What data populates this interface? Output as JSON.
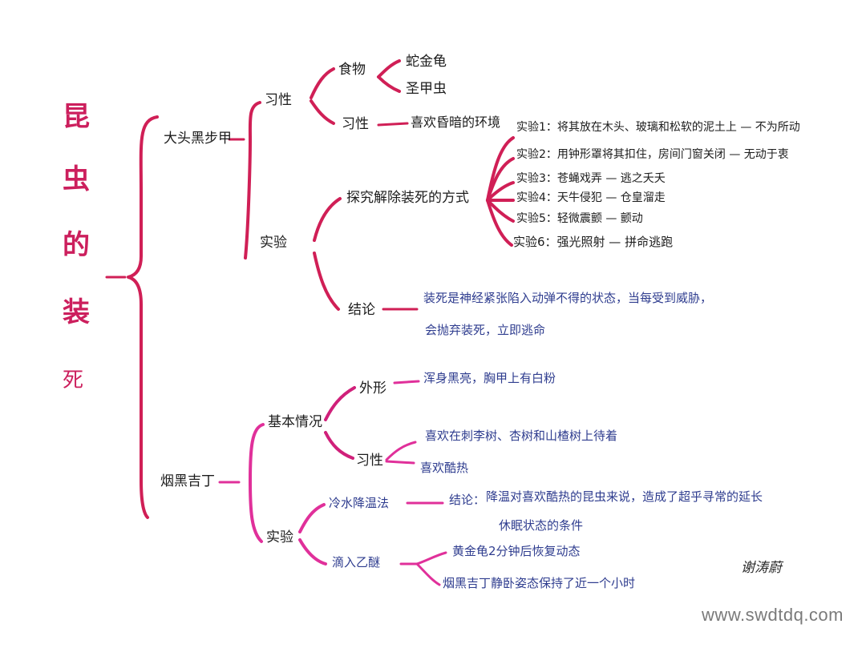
{
  "title_chars": [
    "昆",
    "虫",
    "的",
    "装",
    "死"
  ],
  "colors": {
    "red_stroke": "#d01f56",
    "magenta_stroke": "#e0309a",
    "blue_text": "#2f3d8f",
    "dark_text": "#1c1c1c"
  },
  "branch1": {
    "label": "大头黑步甲",
    "habit": {
      "label": "习性",
      "food": {
        "label": "食物",
        "items": [
          "蛇金龟",
          "圣甲虫"
        ]
      },
      "behavior": {
        "label": "习性",
        "text": "喜欢昏暗的环境"
      }
    },
    "experiment": {
      "label": "实验",
      "method": {
        "label": "探究解除装死的方式",
        "items": [
          "实验1：将其放在木头、玻璃和松软的泥土上 — 不为所动",
          "实验2：用钟形罩将其扣住，房间门窗关闭 — 无动于衷",
          "实验3：苍蝇戏弄 — 逃之夭夭",
          "实验4：天牛侵犯 — 仓皇溜走",
          "实验5：轻微震颤 — 颤动",
          "实验6：强光照射 — 拼命逃跑"
        ]
      },
      "conclusion": {
        "label": "结论",
        "lines": [
          "装死是神经紧张陷入动弹不得的状态，当每受到威胁，",
          "会抛弃装死，立即逃命"
        ]
      }
    }
  },
  "branch2": {
    "label": "烟黑吉丁",
    "basic": {
      "label": "基本情况",
      "appearance": {
        "label": "外形",
        "text": "浑身黑亮，胸甲上有白粉"
      },
      "habit": {
        "label": "习性",
        "items": [
          "喜欢在刺李树、杏树和山楂树上待着",
          "喜欢酷热"
        ]
      }
    },
    "experiment": {
      "label": "实验",
      "cool": {
        "label": "冷水降温法",
        "conclusion_label": "结论：",
        "lines": [
          "降温对喜欢酷热的昆虫来说，造成了超乎寻常的延长",
          "休眠状态的条件"
        ]
      },
      "ether": {
        "label": "滴入乙醚",
        "items": [
          "黄金龟2分钟后恢复动态",
          "烟黑吉丁静卧姿态保持了近一个小时"
        ]
      }
    }
  },
  "signature": "谢涛蔚",
  "watermark": "www.swdtdq.com"
}
